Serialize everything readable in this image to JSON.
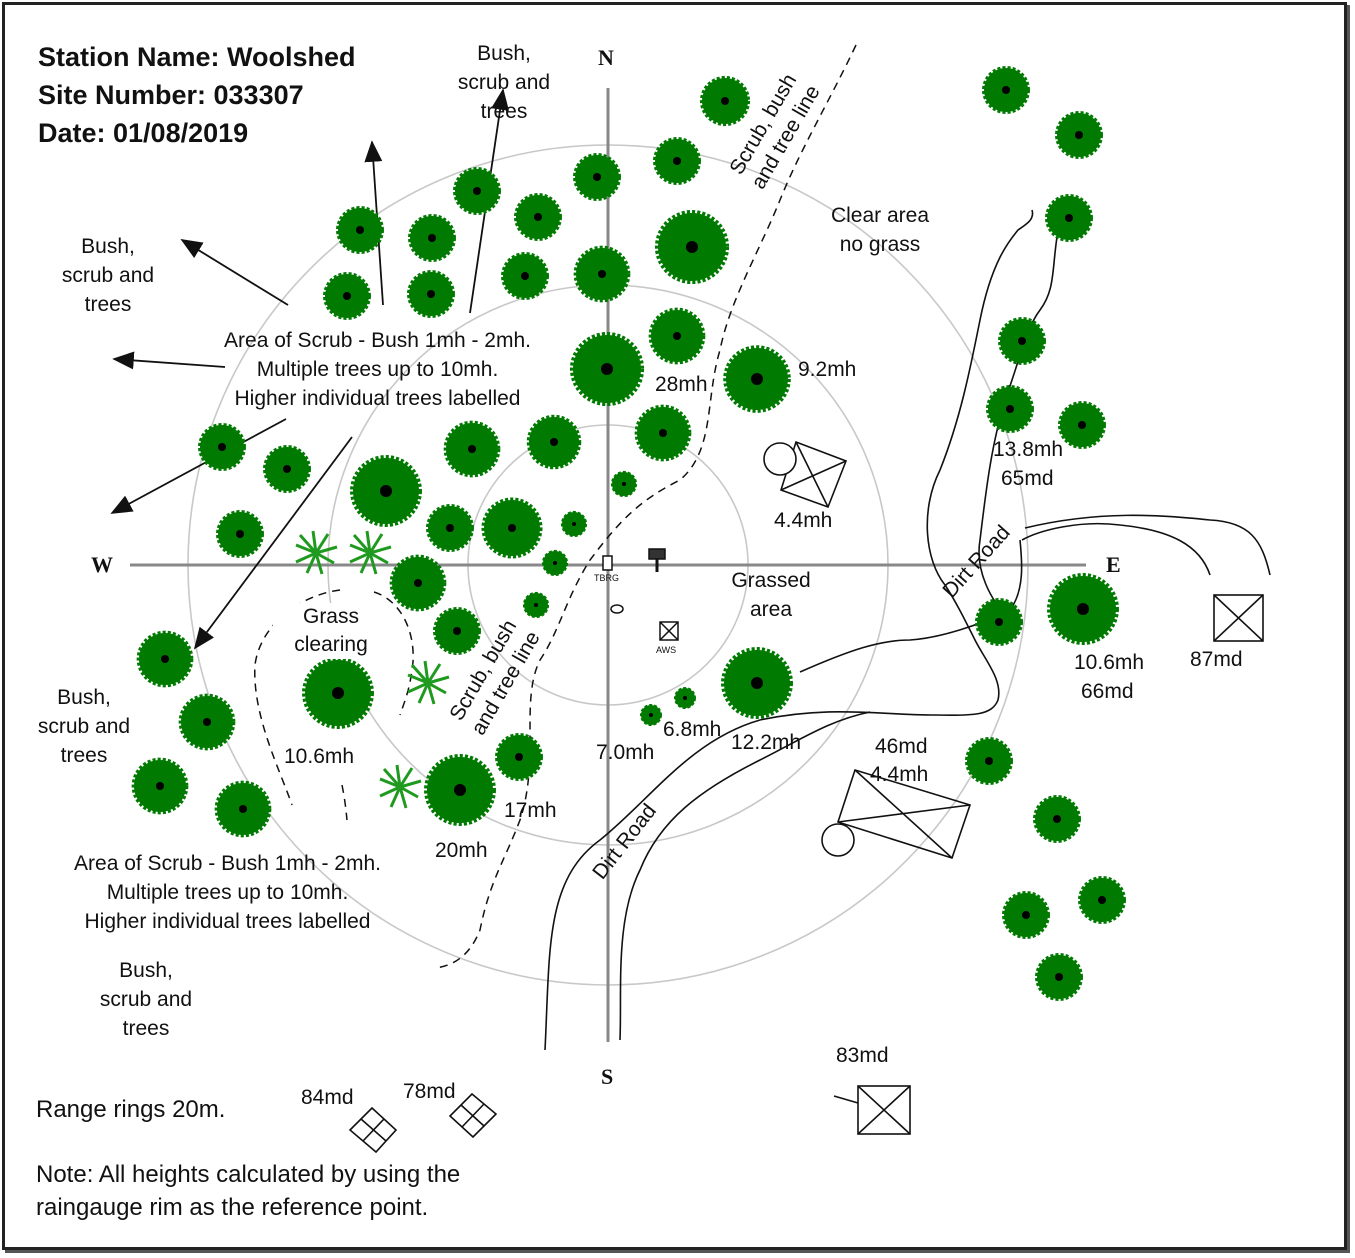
{
  "header": {
    "station_name": "Station Name: Woolshed",
    "site_number": "Site Number: 033307",
    "date": "Date: 01/08/2019"
  },
  "compass": {
    "north": "N",
    "south": "S",
    "east": "E",
    "west": "W"
  },
  "labels": {
    "bush_scrub_trees": "Bush,\nscrub and\ntrees",
    "scrub_area": "Area of Scrub -  Bush 1mh - 2mh.\nMultiple trees up to 10mh.\nHigher individual trees labelled",
    "clear_area": "Clear area\nno grass",
    "grassed_area": "Grassed\narea",
    "grass_clearing": "Grass\nclearing",
    "scrub_tree_line": "Scrub, bush\nand tree line",
    "dirt_road": "Dirt Road",
    "tbrg": "TBRG",
    "aws": "AWS"
  },
  "measurements": {
    "h_28": "28mh",
    "h_9_2": "9.2mh",
    "h_4_4": "4.4mh",
    "h_13_8": "13.8mh",
    "d_65": "65md",
    "h_10_6_east": "10.6mh",
    "d_66": "66md",
    "d_87": "87md",
    "h_6_8": "6.8mh",
    "h_7_0": "7.0mh",
    "h_12_2": "12.2mh",
    "d_46": "46md",
    "h_4_4_b": "4.4mh",
    "h_10_6_west": "10.6mh",
    "h_17": "17mh",
    "h_20": "20mh",
    "d_83": "83md",
    "d_84": "84md",
    "d_78": "78md"
  },
  "notes": {
    "range_rings": "Range rings 20m.",
    "heights_note": "Note: All heights calculated by using the\nraingauge rim as the reference point."
  },
  "colors": {
    "tree_fill": "#007a00",
    "tree_center": "#000000",
    "ring_stroke": "#c8c8c8",
    "line": "#111111",
    "palm": "#1f9a1f"
  }
}
